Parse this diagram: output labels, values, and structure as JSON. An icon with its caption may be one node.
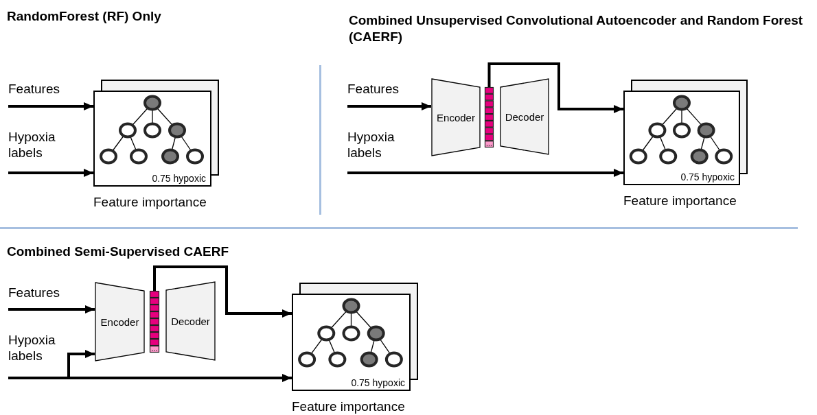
{
  "diagram": {
    "nodes": [
      {
        "text": [
          "0.75 hypoxic"
        ],
        "beside": [
          "Feature importance"
        ]
      },
      {
        "text": [
          "Encoder"
        ]
      },
      {
        "text": [],
        "shape": "bar"
      },
      {
        "text": [
          "Decoder"
        ]
      },
      {
        "text": [
          "0.75 hypoxic"
        ],
        "beside": [
          "Feature importance"
        ]
      },
      {
        "text": [
          "Encoder"
        ]
      },
      {
        "text": [],
        "shape": "bar"
      },
      {
        "text": [
          "Decoder"
        ]
      },
      {
        "text": [
          "0.75 hypoxic"
        ],
        "beside": [
          "Feature importance"
        ]
      }
    ],
    "edges": [
      {
        "from": null,
        "to": 0,
        "arrow": "to",
        "label": "Features"
      },
      {
        "from": null,
        "to": 0,
        "arrow": "to",
        "label": "Hypoxia labels"
      },
      {
        "from": null,
        "to": 1,
        "arrow": "to",
        "label": "Features"
      },
      {
        "from": 2,
        "to": 4,
        "arrow": "to"
      },
      {
        "from": null,
        "to": 4,
        "arrow": "to",
        "label": "Hypoxia labels"
      },
      {
        "from": null,
        "to": 5,
        "arrow": "to",
        "label": "Features"
      },
      {
        "from": 6,
        "to": 8,
        "arrow": "to"
      },
      {
        "from": null,
        "to": 8,
        "arrow": "to",
        "label": "Hypoxia labels"
      },
      {
        "from": null,
        "to": 5,
        "arrow": "to"
      }
    ],
    "labels": [
      "RandomForest (RF) Only",
      "Combined Unsupervised Convolutional Autoencoder and Random Forest (CAERF)",
      "Combined Semi-Supervised CAERF"
    ]
  }
}
